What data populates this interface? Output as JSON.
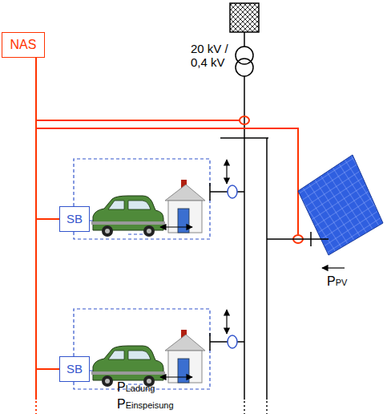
{
  "diagram": {
    "nodes": [
      {
        "text": [
          "NAS"
        ]
      },
      {
        "text": [
          "SB"
        ]
      },
      {
        "text": [
          "SB"
        ]
      }
    ],
    "edges": [
      {
        "from": 0,
        "to": 1,
        "arrow": "none"
      },
      {
        "from": 0,
        "to": 2,
        "arrow": "none"
      }
    ],
    "labels": [
      "20 kV / 0,4 kV",
      "PPV",
      "PLadung",
      "PEinspeisung"
    ]
  }
}
